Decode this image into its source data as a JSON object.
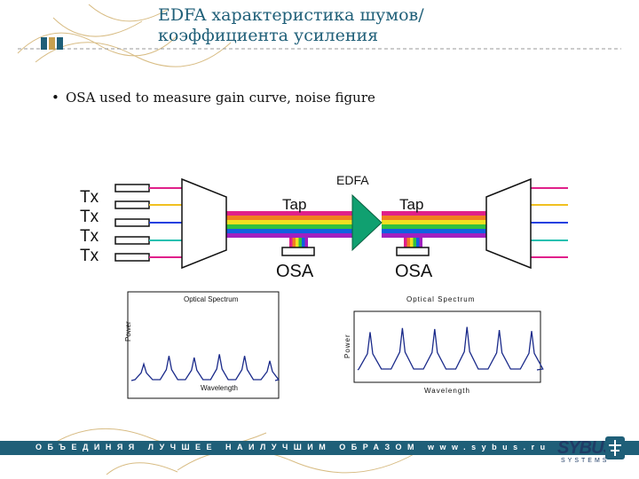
{
  "header": {
    "title_line1": "EDFA характеристика шумов/",
    "title_line2": "коэффициента усиления"
  },
  "bullet": {
    "text": "OSA used to measure gain curve, noise figure"
  },
  "diagram": {
    "tx_labels": [
      "Tx",
      "Tx",
      "Tx",
      "Tx"
    ],
    "edfa_label": "EDFA",
    "tap1_label": "Tap",
    "tap2_label": "Tap",
    "osa1_label": "OSA",
    "osa2_label": "OSA",
    "beam_colors": [
      "#e0208a",
      "#f08020",
      "#f0e020",
      "#30c040",
      "#1060e0",
      "#a020c0"
    ],
    "channel_colors": [
      "#e0208a",
      "#f0c020",
      "#2040e0",
      "#20c0b0",
      "#e0208a"
    ],
    "edfa_color": "#10a070"
  },
  "spectrum1": {
    "title": "Optical Spectrum",
    "xlabel": "Wavelength",
    "ylabel": "Power",
    "peaks": [
      0.18,
      0.28,
      0.26,
      0.3,
      0.28,
      0.22
    ]
  },
  "spectrum2": {
    "title": "Optical Spectrum",
    "xlabel": "Wavelength",
    "ylabel": "Power",
    "peaks": [
      0.7,
      0.78,
      0.76,
      0.8,
      0.74,
      0.72
    ]
  },
  "footer": {
    "text": "ОБЪЕДИНЯЯ ЛУЧШЕЕ НАИЛУЧШИМ ОБРАЗОМ www.sybus.ru",
    "logo": "SYBUS",
    "logo_sub": "SYSTEMS"
  }
}
